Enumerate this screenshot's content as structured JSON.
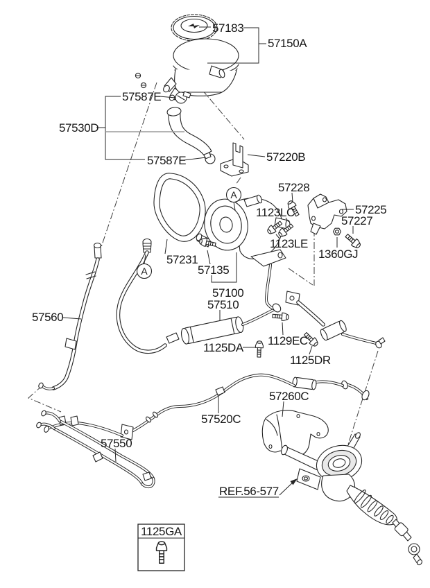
{
  "page": {
    "background": "#ffffff",
    "line_color": "#242424",
    "muted_line_color": "#9b9b9b"
  },
  "diagram": {
    "callouts": {
      "a": "A"
    },
    "ref_label": "REF.56-577",
    "legend_box": {
      "part": "1125GA"
    },
    "labels": {
      "cap": "57183",
      "reservoir_assy": "57150A",
      "clamp_upper": "57587E",
      "suction_hose": "57530D",
      "clamp_lower": "57587E",
      "reservoir_bracket": "57220B",
      "bolt_57228": "57228",
      "bolt_1123lc": "1123LC",
      "pump_bracket": "57225",
      "bolt_57227": "57227",
      "bolt_1123le": "1123LE",
      "nut_1360gj": "1360GJ",
      "belt": "57231",
      "bolt_57135": "57135",
      "pump": "57100",
      "pressure_tube": "57510",
      "return_hose": "57560",
      "bolt_1125da": "1125DA",
      "bolt_1129ec": "1129EC",
      "bolt_1125dr": "1125DR",
      "heat_shield": "57260C",
      "return_tube": "57520C",
      "cooler_tube": "57550"
    }
  }
}
